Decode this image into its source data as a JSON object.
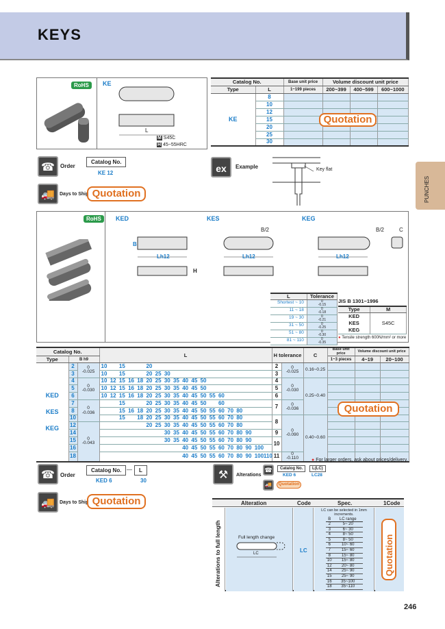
{
  "header": {
    "title": "KEYS"
  },
  "side_tab": {
    "label": "PUNCHES"
  },
  "page_number": "246",
  "ke": {
    "rohs": "RoHS",
    "type_label": "KE",
    "dim_L": "L",
    "material": "S45C",
    "hardness": "45~55HRC",
    "material_mark": "M",
    "hardness_mark": "H",
    "table": {
      "h_catalog": "Catalog No.",
      "h_type": "Type",
      "h_L": "L",
      "h_base": "Base unit price",
      "h_base_qty": "1~199 pieces",
      "h_volume": "Volume discount unit price",
      "h_v1": "200~399",
      "h_v2": "400~599",
      "h_v3": "600~1000",
      "type": "KE",
      "L": [
        "8",
        "10",
        "12",
        "15",
        "20",
        "25",
        "30"
      ],
      "quotation": "Quotation"
    },
    "order": {
      "label": "Order",
      "catalog_label": "Catalog No.",
      "example": "KE 12"
    },
    "ship": {
      "label": "Days to Ship",
      "value": "Quotation"
    },
    "example": {
      "label": "Example",
      "key_flat": "Key flat"
    }
  },
  "ked": {
    "rohs": "RoHS",
    "types": [
      "KED",
      "KES",
      "KEG"
    ],
    "dim_B": "B",
    "dim_L": "Lh12",
    "dim_H": "H",
    "dim_B2": "B/2",
    "dim_C": "C",
    "ltol": {
      "h_L": "L",
      "h_tol": "Tolerance",
      "rows": [
        [
          "Shortest ~ 10",
          "-0.15"
        ],
        [
          "11 ~ 18",
          "-0.18"
        ],
        [
          "19 ~ 30",
          "-0.21"
        ],
        [
          "31 ~ 50",
          "-0.25"
        ],
        [
          "51 ~ 80",
          "-0.30"
        ],
        [
          "81 ~ 110",
          "-0.35"
        ]
      ]
    },
    "jis": {
      "title": "JIS B 1301−1996",
      "h_type": "Type",
      "h_mat": "M",
      "types": [
        "KED",
        "KES",
        "KEG"
      ],
      "material": "S45C",
      "note": "Tensile strength 600N/mm² or more"
    }
  },
  "main_table": {
    "h_catalog": "Catalog No.",
    "h_type": "Type",
    "h_B": "B h9",
    "h_L": "L",
    "h_Htol": "H tolerance",
    "h_C": "C",
    "h_base": "Base unit price",
    "h_base_qty": "1~3 pieces",
    "h_volume": "Volume discount unit price",
    "h_v1": "4~19",
    "h_v2": "20~100",
    "quotation": "Quotation",
    "L_columns": [
      "10",
      "12",
      "15",
      "16",
      "18",
      "20",
      "25",
      "30",
      "35",
      "40",
      "45",
      "50",
      "55",
      "60",
      "70",
      "80",
      "90",
      "100",
      "110"
    ],
    "rows": [
      {
        "B": "2",
        "L": [
          "10",
          "15",
          "20"
        ]
      },
      {
        "B": "3",
        "L": [
          "10",
          "15",
          "20",
          "25",
          "30"
        ]
      },
      {
        "B": "4",
        "L": [
          "10",
          "12",
          "15",
          "16",
          "18",
          "20",
          "25",
          "30",
          "35",
          "40",
          "45",
          "50"
        ]
      },
      {
        "B": "5",
        "L": [
          "10",
          "12",
          "15",
          "16",
          "18",
          "20",
          "25",
          "30",
          "35",
          "40",
          "45",
          "50"
        ]
      },
      {
        "B": "6",
        "L": [
          "10",
          "12",
          "15",
          "16",
          "18",
          "20",
          "25",
          "30",
          "35",
          "40",
          "45",
          "50",
          "55",
          "60"
        ]
      },
      {
        "B": "7",
        "L": [
          "15",
          "20",
          "25",
          "30",
          "35",
          "40",
          "45",
          "50",
          "60"
        ]
      },
      {
        "B": "8",
        "L": [
          "15",
          "16",
          "18",
          "20",
          "25",
          "30",
          "35",
          "40",
          "45",
          "50",
          "55",
          "60",
          "70",
          "80"
        ]
      },
      {
        "B": "10",
        "L": [
          "15",
          "18",
          "20",
          "25",
          "30",
          "35",
          "40",
          "45",
          "50",
          "55",
          "60",
          "70",
          "80"
        ]
      },
      {
        "B": "12",
        "L": [
          "20",
          "25",
          "30",
          "35",
          "40",
          "45",
          "50",
          "55",
          "60",
          "70",
          "80"
        ]
      },
      {
        "B": "14",
        "L": [
          "30",
          "35",
          "40",
          "45",
          "50",
          "55",
          "60",
          "70",
          "80",
          "90"
        ]
      },
      {
        "B": "15",
        "L": [
          "30",
          "35",
          "40",
          "45",
          "50",
          "55",
          "60",
          "70",
          "80",
          "90"
        ]
      },
      {
        "B": "16",
        "L": [
          "40",
          "45",
          "50",
          "55",
          "60",
          "70",
          "80",
          "90",
          "100"
        ]
      },
      {
        "B": "18",
        "L": [
          "40",
          "45",
          "50",
          "55",
          "60",
          "70",
          "80",
          "90",
          "100",
          "110"
        ]
      }
    ],
    "B_tol": [
      {
        "span": 2,
        "tol": "-0.025"
      },
      {
        "span": 3,
        "tol": "-0.030"
      },
      {
        "span": 3,
        "tol": "-0.036"
      },
      {
        "span": 5,
        "tol": "-0.043"
      }
    ],
    "H": [
      {
        "span": 1,
        "h": "2"
      },
      {
        "span": 1,
        "h": "3"
      },
      {
        "span": 1,
        "h": "4"
      },
      {
        "span": 1,
        "h": "5"
      },
      {
        "span": 1,
        "h": "6"
      },
      {
        "span": 2,
        "h": "7"
      },
      {
        "span": 2,
        "h": "8"
      },
      {
        "span": 1,
        "h": "9"
      },
      {
        "span": 2,
        "h": "10"
      },
      {
        "span": 1,
        "h": "11"
      }
    ],
    "H_tol": [
      {
        "span": 2,
        "tol": "-0.025"
      },
      {
        "span": 3,
        "tol": "-0.030"
      },
      {
        "span": 2,
        "tol": "-0.036"
      },
      {
        "span": 5,
        "tol": "-0.090"
      },
      {
        "span": 1,
        "tol": "-0.110"
      }
    ],
    "C": [
      {
        "span": 2,
        "c": "0.16~0.25"
      },
      {
        "span": 5,
        "c": "0.25~0.40"
      },
      {
        "span": 6,
        "c": "0.40~0.60"
      }
    ],
    "note": "For larger orders, ask about prices/delivery."
  },
  "order2": {
    "label": "Order",
    "catalog_label": "Catalog No.",
    "L_label": "L",
    "ex_catalog": "KED 6",
    "ex_L": "30"
  },
  "ship2": {
    "label": "Days to Ship",
    "value": "Quotation"
  },
  "alterations": {
    "label": "Alterations",
    "catalog_label": "Catalog No.",
    "lc_label": "L(LC)",
    "ex_catalog": "KED 6",
    "ex_lc": "LC28",
    "quotation": "Quotation",
    "table": {
      "h_alt": "Alteration",
      "h_code": "Code",
      "h_spec": "Spec.",
      "h_1code": "1Code",
      "row_title": "Alterations to full length",
      "alt_name": "Full length change",
      "dim": "LC",
      "code": "LC",
      "spec_note": "LC can be selected in 1mm increments.",
      "h_B": "B",
      "h_range": "LC range",
      "ranges": [
        [
          "2",
          "5~ 20"
        ],
        [
          "3",
          "6~ 30"
        ],
        [
          "4",
          "8~ 50"
        ],
        [
          "5",
          "8~ 50"
        ],
        [
          "6",
          "10~ 60"
        ],
        [
          "7",
          "15~ 60"
        ],
        [
          "8",
          "15~ 80"
        ],
        [
          "10",
          "15~ 80"
        ],
        [
          "12",
          "20~ 80"
        ],
        [
          "14",
          "25~ 90"
        ],
        [
          "15",
          "25~ 90"
        ],
        [
          "16",
          "35~100"
        ],
        [
          "18",
          "35~110"
        ]
      ],
      "quotation": "Quotation"
    }
  },
  "colors": {
    "accent": "#1a7cc8",
    "quotation": "#e07020",
    "header": "#c3cbe6",
    "price_cell": "#d7e7f5",
    "rohs": "#2b9a4a"
  }
}
